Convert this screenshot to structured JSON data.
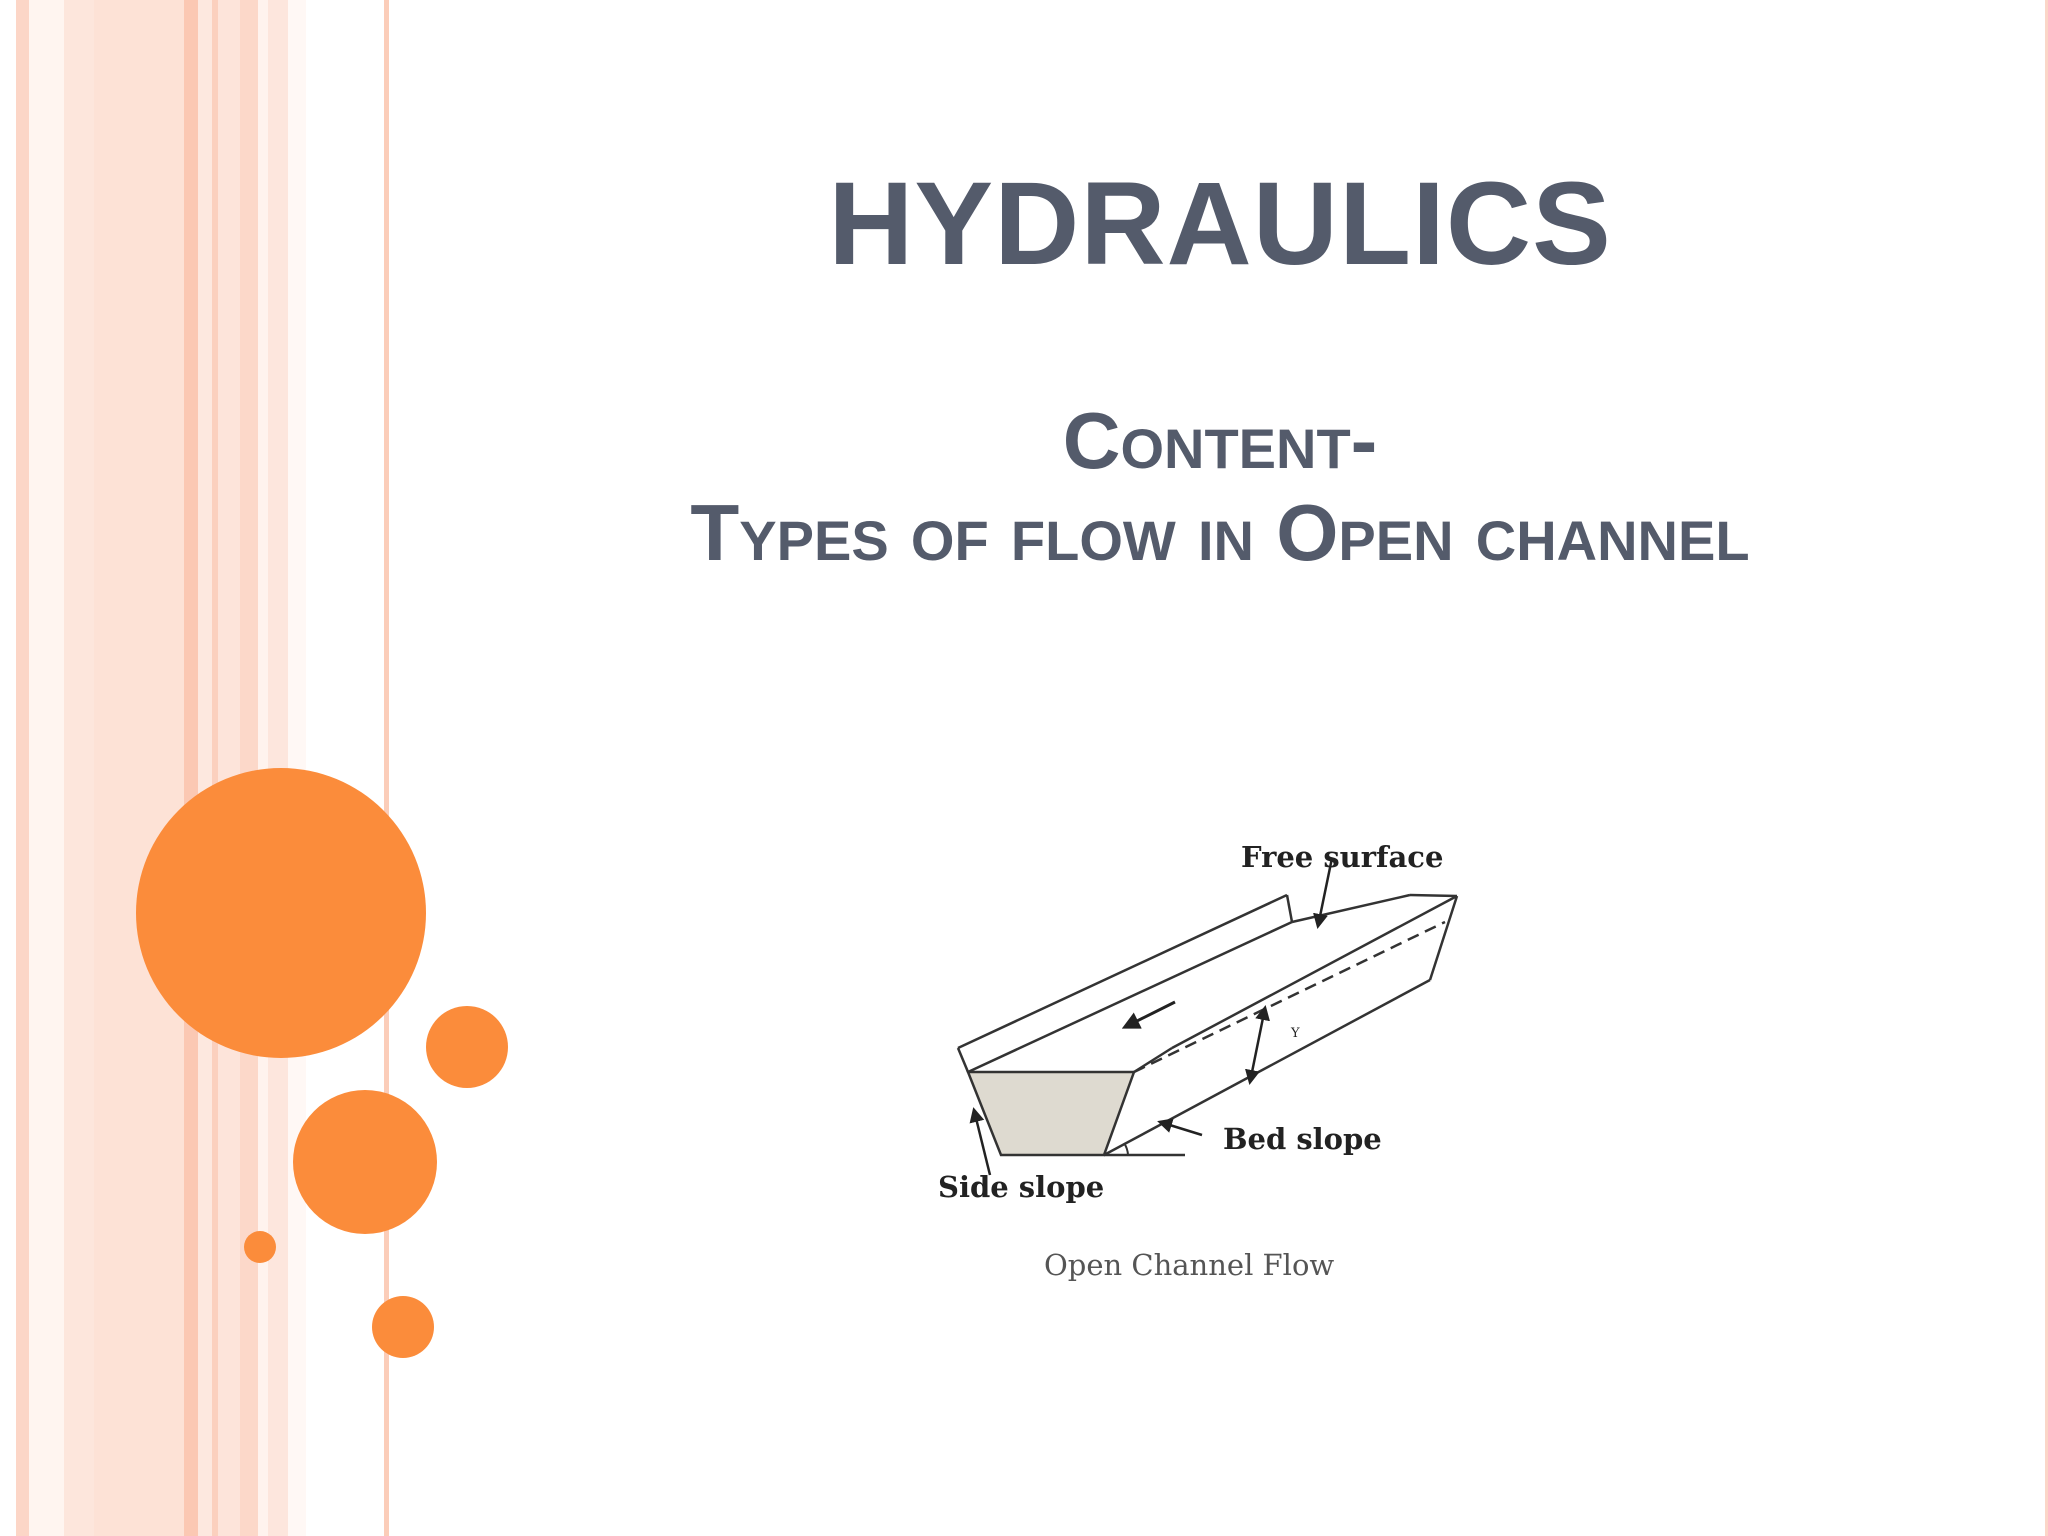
{
  "slide": {
    "title": "HYDRAULICS",
    "subtitle_line1": "Content-",
    "subtitle_line2": "Types of flow in Open channel",
    "text_color": "#545b6b"
  },
  "figure": {
    "label_free_surface": "Free surface",
    "label_bed_slope": "Bed slope",
    "label_side_slope": "Side slope",
    "label_y": "Y",
    "caption": "Open Channel Flow"
  },
  "theme": {
    "accent": "#fb8c3b",
    "stripe_light": "#fde3d8",
    "stripe_mid": "#fbcdb9"
  }
}
